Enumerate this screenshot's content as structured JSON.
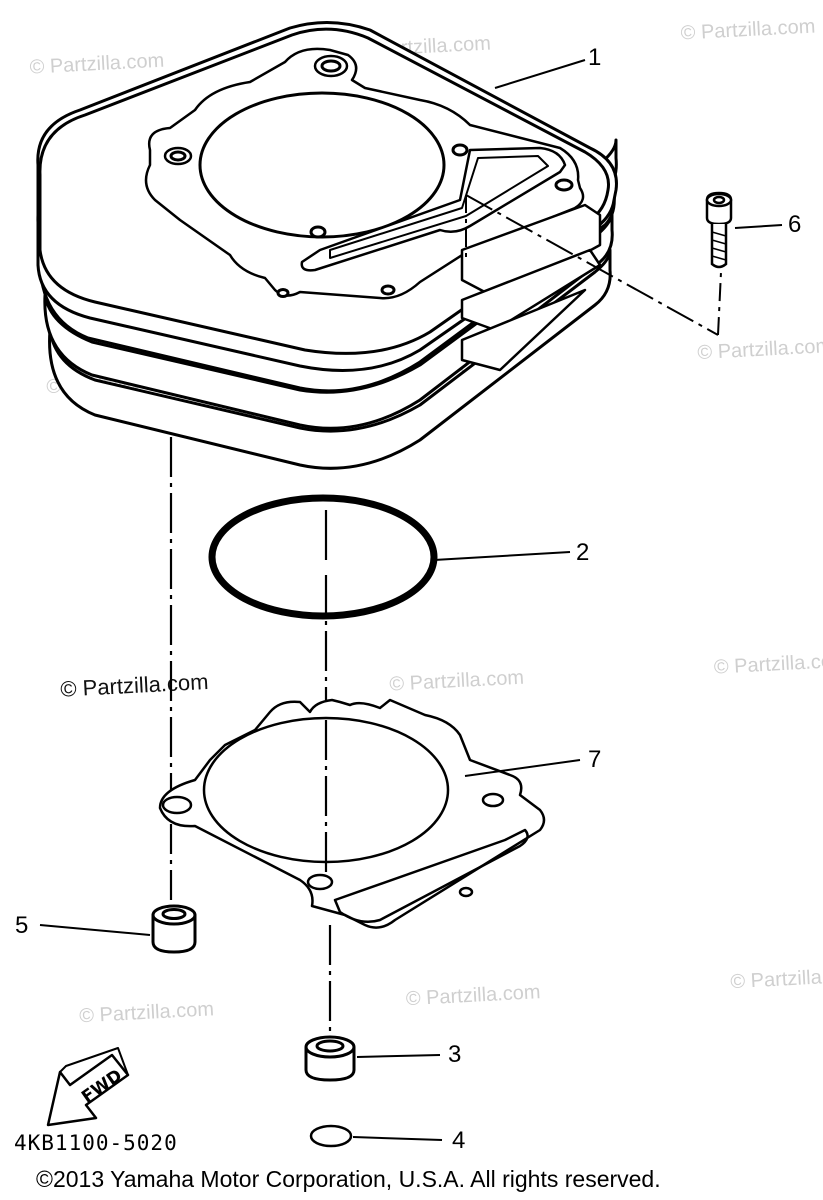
{
  "watermark_text": "© Partzilla.com",
  "diagram_code": "4KB1100-5020",
  "copyright": "©2013  Yamaha Motor Corporation, U.S.A. All rights reserved.",
  "fwd_label": "FWD",
  "callouts": {
    "c1": "1",
    "c2": "2",
    "c3": "3",
    "c4": "4",
    "c5": "5",
    "c6": "6",
    "c7": "7"
  }
}
